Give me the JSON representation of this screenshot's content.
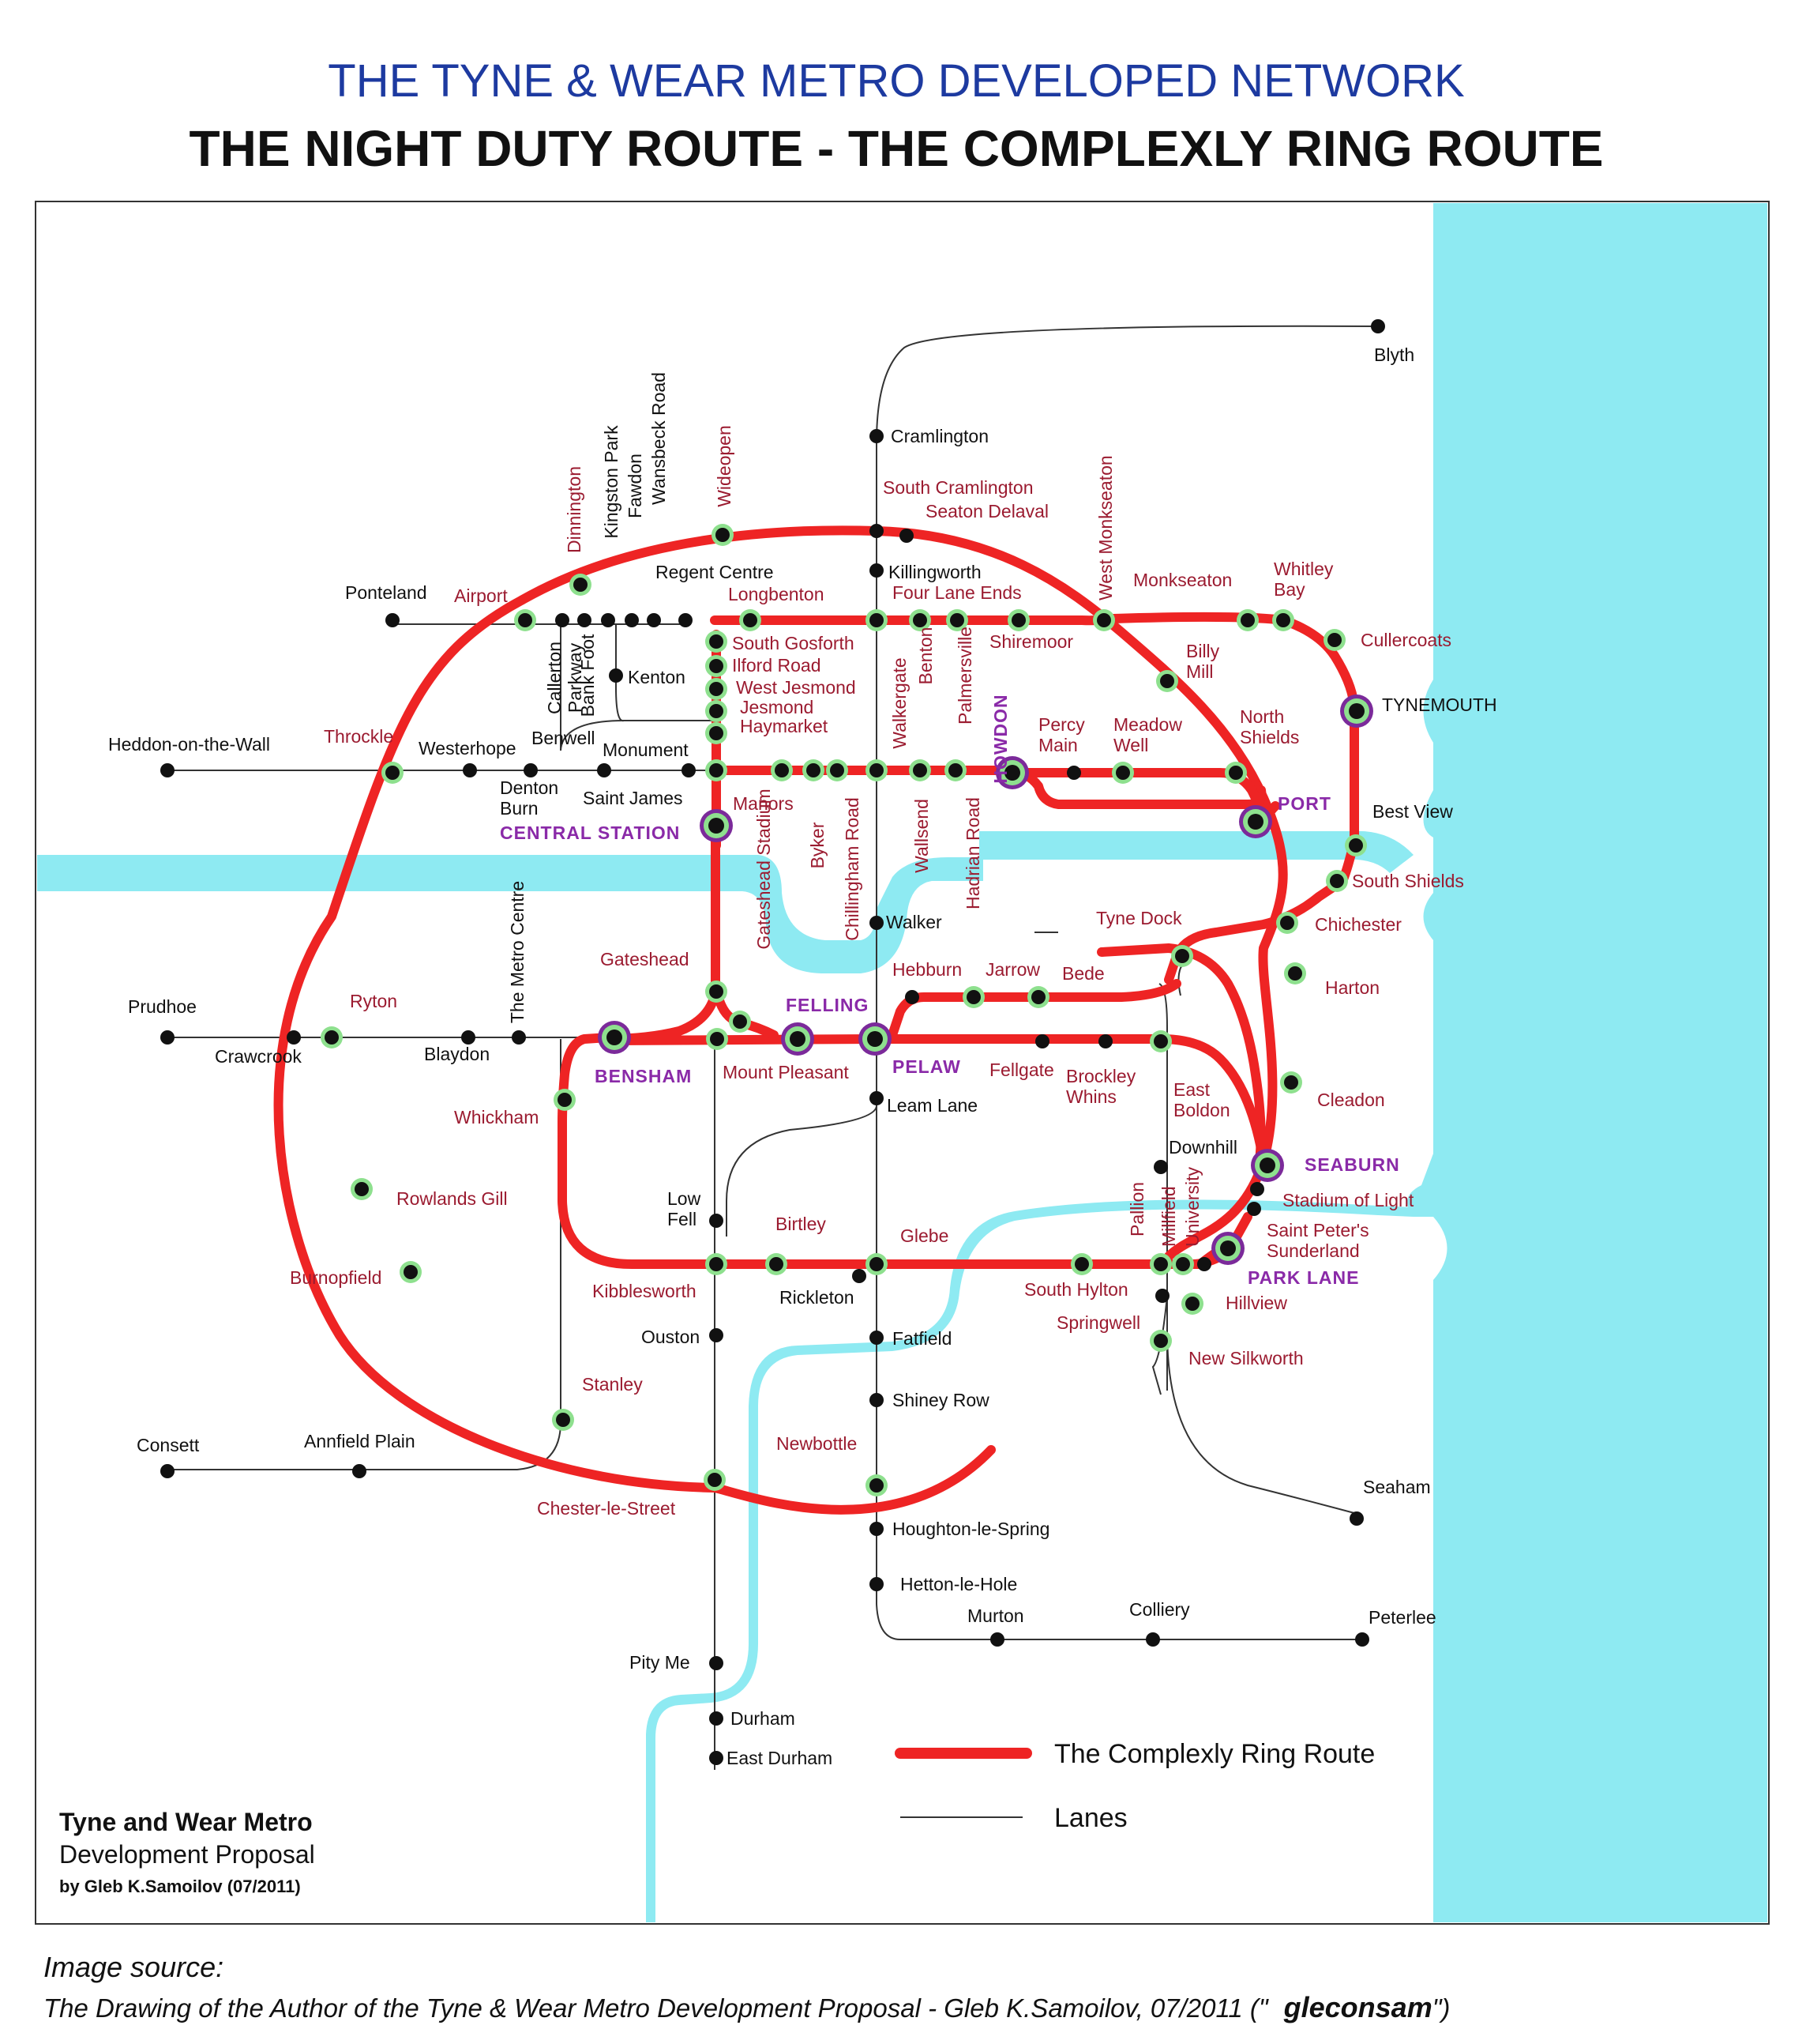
{
  "header": {
    "title": "THE TYNE & WEAR METRO DEVELOPED NETWORK",
    "subtitle": "THE NIGHT DUTY ROUTE - THE COMPLEXLY RING ROUTE"
  },
  "legend": {
    "ring_route": "The Complexly Ring Route",
    "lanes": "Lanes"
  },
  "credit": {
    "line1": "Tyne and Wear Metro",
    "line2": "Development Proposal",
    "line3": "by Gleb K.Samoilov (07/2011)"
  },
  "source": {
    "line1": "Image source:",
    "line2": "The Drawing of the Author of the Tyne & Wear Metro Development Proposal - Gleb K.Samoilov, 07/2011 (\"",
    "line2_bold": "gleconsam",
    "line2_end": "\")"
  },
  "colors": {
    "ring": "#ee2424",
    "water": "#8eeaf2",
    "station_ring": "#8ee08e",
    "interchange_ring": "#7b2a9a",
    "label_red": "#9b1b30",
    "label_purple": "#8a2aa8",
    "title_blue": "#1d3aa0"
  },
  "stations": [
    {
      "name": "Blyth"
    },
    {
      "name": "Cramlington"
    },
    {
      "name": "South Cramlington"
    },
    {
      "name": "Seaton Delaval"
    },
    {
      "name": "Killingworth"
    },
    {
      "name": "Four Lane Ends"
    },
    {
      "name": "Shiremoor"
    },
    {
      "name": "West Monkseaton"
    },
    {
      "name": "Monkseaton"
    },
    {
      "name": "Whitley Bay"
    },
    {
      "name": "Cullercoats"
    },
    {
      "name": "TYNEMOUTH"
    },
    {
      "name": "Billy Mill"
    },
    {
      "name": "North Shields"
    },
    {
      "name": "Meadow Well"
    },
    {
      "name": "Percy Main"
    },
    {
      "name": "HOWDON"
    },
    {
      "name": "PORT"
    },
    {
      "name": "Best View"
    },
    {
      "name": "South Shields"
    },
    {
      "name": "Chichester"
    },
    {
      "name": "Harton"
    },
    {
      "name": "Tyne Dock"
    },
    {
      "name": "Cleadon"
    },
    {
      "name": "SEABURN"
    },
    {
      "name": "Stadium of Light"
    },
    {
      "name": "Saint Peter's Sunderland"
    },
    {
      "name": "PARK LANE"
    },
    {
      "name": "Hillview"
    },
    {
      "name": "New Silkworth"
    },
    {
      "name": "Seaham"
    },
    {
      "name": "Springwell"
    },
    {
      "name": "South Hylton"
    },
    {
      "name": "Pallion"
    },
    {
      "name": "Millfield"
    },
    {
      "name": "University"
    },
    {
      "name": "Downhill"
    },
    {
      "name": "East Boldon"
    },
    {
      "name": "Brockley Whins"
    },
    {
      "name": "Fellgate"
    },
    {
      "name": "PELAW"
    },
    {
      "name": "Leam Lane"
    },
    {
      "name": "Hebburn"
    },
    {
      "name": "Jarrow"
    },
    {
      "name": "Bede"
    },
    {
      "name": "FELLING"
    },
    {
      "name": "Mount Pleasant"
    },
    {
      "name": "Gateshead Stadium"
    },
    {
      "name": "Gateshead"
    },
    {
      "name": "BENSHAM"
    },
    {
      "name": "Whickham"
    },
    {
      "name": "Blaydon"
    },
    {
      "name": "The Metro Centre"
    },
    {
      "name": "Crawcrook"
    },
    {
      "name": "Prudhoe"
    },
    {
      "name": "Ryton"
    },
    {
      "name": "Rowlands Gill"
    },
    {
      "name": "Burnopfield"
    },
    {
      "name": "Stanley"
    },
    {
      "name": "Annfield Plain"
    },
    {
      "name": "Consett"
    },
    {
      "name": "Chester-le-Street"
    },
    {
      "name": "Newbottle"
    },
    {
      "name": "Houghton-le-Spring"
    },
    {
      "name": "Hetton-le-Hole"
    },
    {
      "name": "Murton"
    },
    {
      "name": "Colliery"
    },
    {
      "name": "Peterlee"
    },
    {
      "name": "Shiney Row"
    },
    {
      "name": "Fatfield"
    },
    {
      "name": "Rickleton"
    },
    {
      "name": "Glebe"
    },
    {
      "name": "Birtley"
    },
    {
      "name": "Low Fell"
    },
    {
      "name": "Kibblesworth"
    },
    {
      "name": "Ouston"
    },
    {
      "name": "Pity Me"
    },
    {
      "name": "Durham"
    },
    {
      "name": "East Durham"
    },
    {
      "name": "Heddon-on-the-Wall"
    },
    {
      "name": "Throckle"
    },
    {
      "name": "Westerhope"
    },
    {
      "name": "Denton Burn"
    },
    {
      "name": "Benwell"
    },
    {
      "name": "Saint James"
    },
    {
      "name": "Monument"
    },
    {
      "name": "CENTRAL STATION"
    },
    {
      "name": "Manors"
    },
    {
      "name": "Byker"
    },
    {
      "name": "Chillingham Road"
    },
    {
      "name": "Walkergate"
    },
    {
      "name": "Wallsend"
    },
    {
      "name": "Hadrian Road"
    },
    {
      "name": "Benton"
    },
    {
      "name": "Palmersville"
    },
    {
      "name": "Walker"
    },
    {
      "name": "Ponteland"
    },
    {
      "name": "Airport"
    },
    {
      "name": "Callerton Parkway"
    },
    {
      "name": "Bank Foot"
    },
    {
      "name": "Dinnington"
    },
    {
      "name": "Kingston Park"
    },
    {
      "name": "Fawdon"
    },
    {
      "name": "Wansbeck Road"
    },
    {
      "name": "Regent Centre"
    },
    {
      "name": "Kenton"
    },
    {
      "name": "Wideopen"
    },
    {
      "name": "Longbenton"
    },
    {
      "name": "South Gosforth"
    },
    {
      "name": "Ilford Road"
    },
    {
      "name": "West Jesmond"
    },
    {
      "name": "Jesmond"
    },
    {
      "name": "Haymarket"
    }
  ]
}
